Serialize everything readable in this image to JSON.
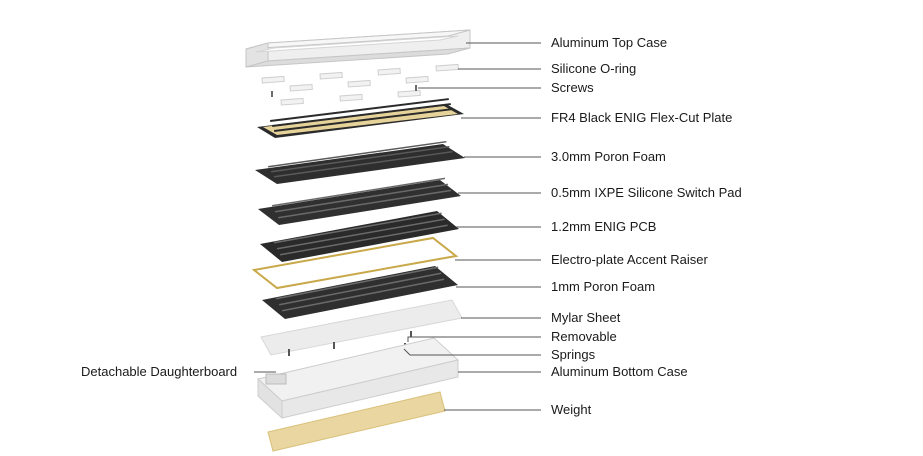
{
  "labels": {
    "top_case": "Aluminum Top Case",
    "oring": "Silicone O-ring",
    "screws": "Screws",
    "plate": "FR4 Black ENIG Flex-Cut Plate",
    "poron_3mm": "3.0mm Poron Foam",
    "switch_pad": "0.5mm IXPE Silicone Switch Pad",
    "pcb": "1.2mm ENIG PCB",
    "raiser": "Electro-plate Accent Raiser",
    "poron_1mm": "1mm Poron Foam",
    "mylar": "Mylar Sheet",
    "removable": "Removable",
    "springs": "Springs",
    "bottom_case": "Aluminum Bottom Case",
    "weight": "Weight",
    "daughterboard": "Detachable Daughterboard"
  },
  "colors": {
    "aluminum": "#eeeeee",
    "aluminum_edge": "#c9c9c9",
    "plate_black": "#2b2b2b",
    "brass": "#e9d59a",
    "foam": "#3a3a3a",
    "mylar": "#eaeaea",
    "leader": "#555555"
  }
}
